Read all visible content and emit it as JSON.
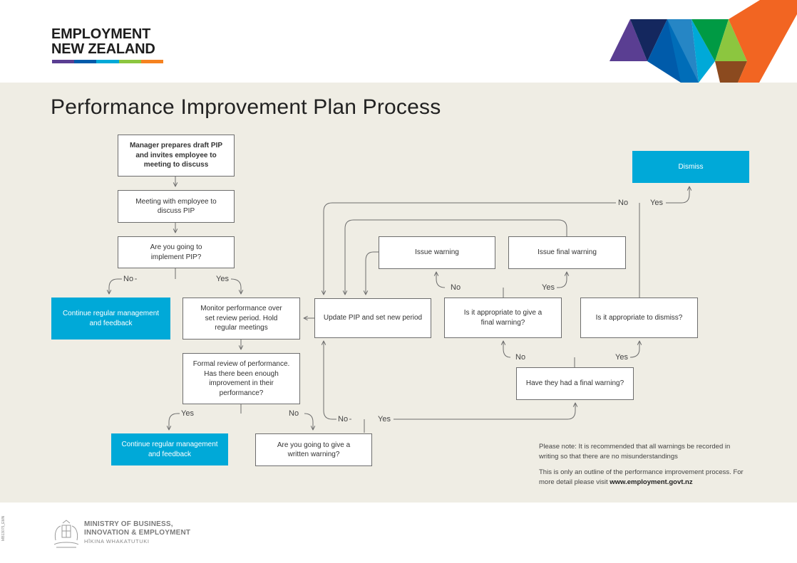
{
  "brand": {
    "line1": "EMPLOYMENT",
    "line2": "NEW ZEALAND",
    "colors": [
      "#5a3e92",
      "#005baa",
      "#00a9d8",
      "#8cc63f",
      "#f58220"
    ]
  },
  "title": "Performance Improvement Plan Process",
  "nodes": {
    "draft": "Manager prepares draft PIP and invites employee to meeting to discuss",
    "meeting": "Meeting with employee to discuss PIP",
    "implement": "Are you going to implement PIP?",
    "continue1": "Continue regular management and feedback",
    "monitor": "Monitor performance over set review period. Hold regular meetings",
    "review": "Formal review of performance. Has there been enough improvement in their performance?",
    "continue2": "Continue regular management and feedback",
    "written": "Are you going to give a written warning?",
    "update": "Update PIP and set new period",
    "issue": "Issue warning",
    "issue_final": "Issue final warning",
    "give_final": "Is it appropriate to give a final warning?",
    "dismiss_q": "Is it appropriate to dismiss?",
    "had_final": "Have they had a final warning?",
    "dismiss": "Dismiss"
  },
  "labels": {
    "no": "No",
    "yes": "Yes"
  },
  "notes": {
    "note1": "Please note: It is recommended that all warnings be recorded in writing so that there are no misunderstandings",
    "note2_prefix": "This is only an outline of the performance improvement process. For more detail please visit ",
    "note2_link": "www.employment.govt.nz"
  },
  "footer": {
    "line1": "MINISTRY OF BUSINESS,",
    "line2": "INNOVATION & EMPLOYMENT",
    "line3": "HĪKINA WHAKATUTUKI",
    "code": "MB13075_EMN"
  }
}
